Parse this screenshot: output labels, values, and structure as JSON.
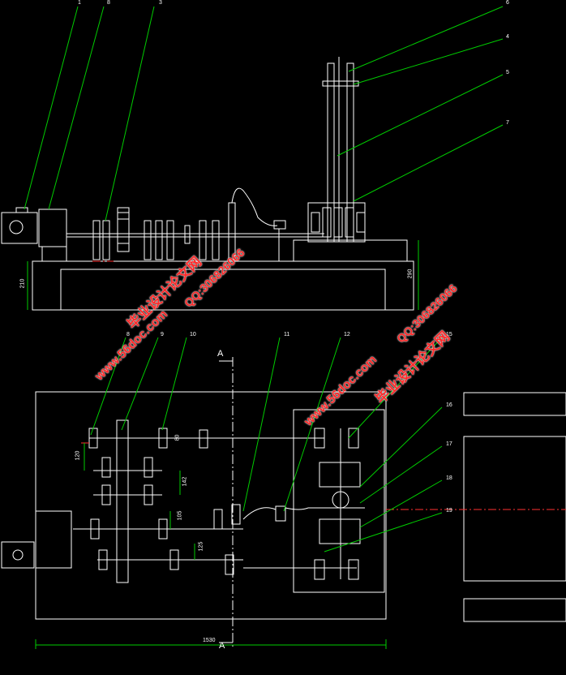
{
  "callouts_top": [
    "1",
    "8",
    "3",
    "6",
    "4",
    "5",
    "7"
  ],
  "callouts_bottom": [
    "8",
    "9",
    "10",
    "11",
    "12",
    "15",
    "16",
    "17",
    "18",
    "19"
  ],
  "dimensions": {
    "height_left": "210",
    "height_right": "290",
    "d_120": "120",
    "d_80": "80",
    "d_142": "142",
    "d_105": "105",
    "d_125": "125",
    "d_1530": "1530"
  },
  "section_labels": [
    "A",
    "A"
  ],
  "watermarks": [
    "毕业设计论文网",
    "www.56doc.com",
    "QQ:306826066",
    "毕业设计论文网",
    "www.56doc.com",
    "QQ:306826066"
  ],
  "colors": {
    "background": "#000000",
    "line": "#ffffff",
    "leader": "#00cc00",
    "center": "#ff3030",
    "watermark": "#ff2a2a"
  }
}
